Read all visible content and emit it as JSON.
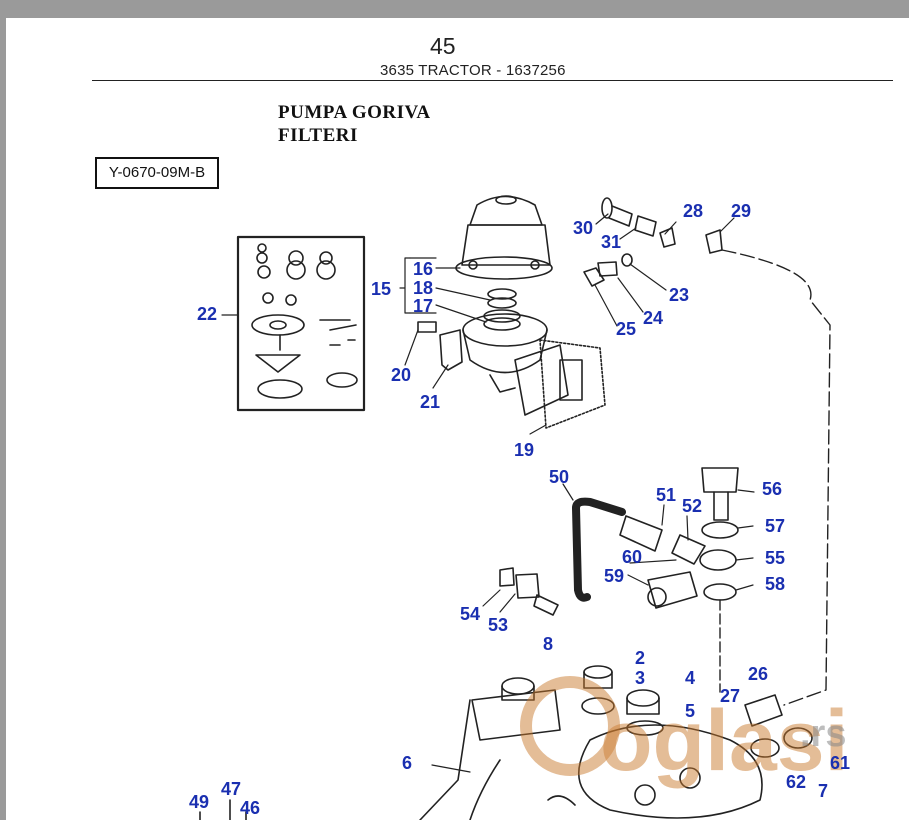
{
  "header": {
    "page_number": "45",
    "subtitle": "3635 TRACTOR - 1637256"
  },
  "title": {
    "line1": "PUMPA GORIVA",
    "line2": "FILTERI"
  },
  "diagram_code": "Y-0670-09M-B",
  "callouts": {
    "c2": "2",
    "c3": "3",
    "c4": "4",
    "c5": "5",
    "c6": "6",
    "c7": "7",
    "c8": "8",
    "c15": "15",
    "c16": "16",
    "c17": "17",
    "c18": "18",
    "c19": "19",
    "c20": "20",
    "c21": "21",
    "c22": "22",
    "c23": "23",
    "c24": "24",
    "c25": "25",
    "c26": "26",
    "c27": "27",
    "c28": "28",
    "c29": "29",
    "c30": "30",
    "c31": "31",
    "c46": "46",
    "c47": "47",
    "c49": "49",
    "c50": "50",
    "c51": "51",
    "c52": "52",
    "c53": "53",
    "c54": "54",
    "c55": "55",
    "c56": "56",
    "c57": "57",
    "c58": "58",
    "c59": "59",
    "c60": "60",
    "c61": "61",
    "c62": "62"
  },
  "watermark": {
    "brand": "oglasi",
    "suffix": ".rs"
  }
}
